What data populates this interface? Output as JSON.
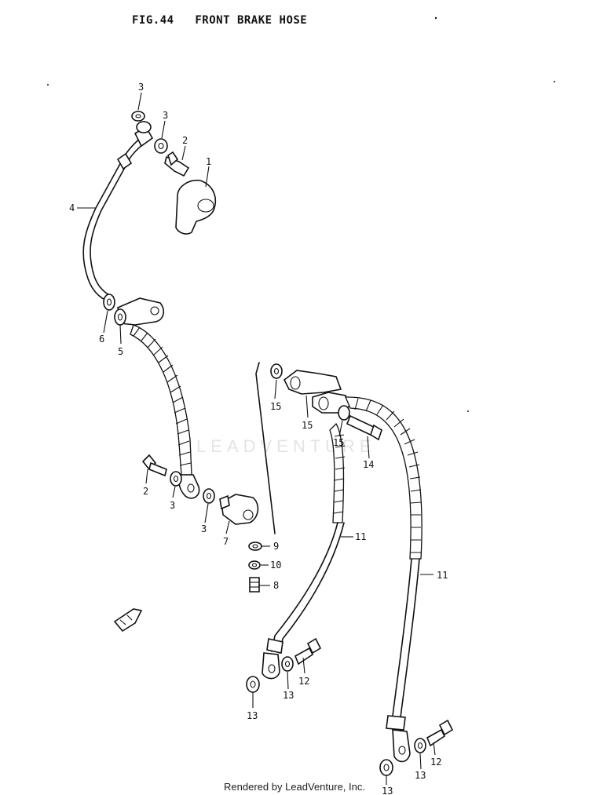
{
  "header": {
    "figure": "FIG.44",
    "title": "FRONT BRAKE HOSE"
  },
  "watermark": "LEADVENTURE",
  "footer": "Rendered by LeadVenture, Inc.",
  "callouts": [
    {
      "id": "p3a",
      "text": "3"
    },
    {
      "id": "p3b",
      "text": "3"
    },
    {
      "id": "p2a",
      "text": "2"
    },
    {
      "id": "p1",
      "text": "1"
    },
    {
      "id": "p4",
      "text": "4"
    },
    {
      "id": "p6",
      "text": "6"
    },
    {
      "id": "p5",
      "text": "5"
    },
    {
      "id": "p2b",
      "text": "2"
    },
    {
      "id": "p3c",
      "text": "3"
    },
    {
      "id": "p3d",
      "text": "3"
    },
    {
      "id": "p7",
      "text": "7"
    },
    {
      "id": "p9",
      "text": "9"
    },
    {
      "id": "p10",
      "text": "10"
    },
    {
      "id": "p8",
      "text": "8"
    },
    {
      "id": "p15a",
      "text": "15"
    },
    {
      "id": "p15b",
      "text": "15"
    },
    {
      "id": "p15c",
      "text": "15"
    },
    {
      "id": "p14",
      "text": "14"
    },
    {
      "id": "p11a",
      "text": "11"
    },
    {
      "id": "p11b",
      "text": "11"
    },
    {
      "id": "p12a",
      "text": "12"
    },
    {
      "id": "p13a",
      "text": "13"
    },
    {
      "id": "p13b",
      "text": "13"
    },
    {
      "id": "p12b",
      "text": "12"
    },
    {
      "id": "p13c",
      "text": "13"
    },
    {
      "id": "p13d",
      "text": "13"
    }
  ]
}
